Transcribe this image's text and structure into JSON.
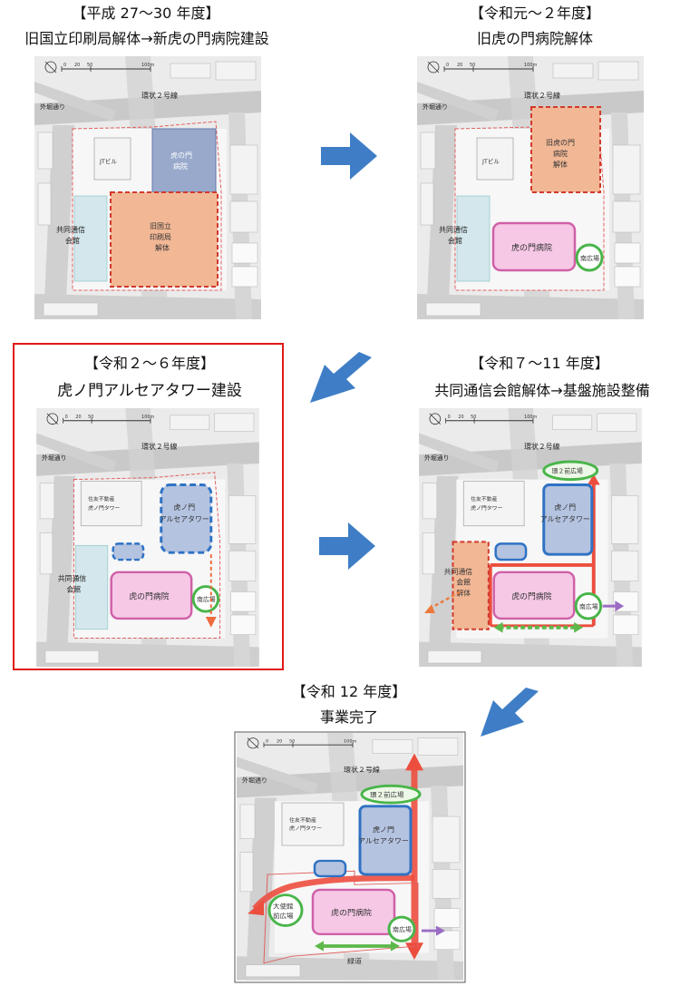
{
  "steps": [
    {
      "period": "【平成 27～30 年度】",
      "caption": "旧国立印刷局解体→新虎の門病院建設"
    },
    {
      "period": "【令和元～２年度】",
      "caption": "旧虎の門病院解体"
    },
    {
      "period": "【令和２～６年度】",
      "caption": "虎ノ門アルセアタワー建設"
    },
    {
      "period": "【令和７～11 年度】",
      "caption": "共同通信会館解体→基盤施設整備"
    },
    {
      "period": "【令和 12 年度】",
      "caption": "事業完了"
    }
  ],
  "map": {
    "road_sotobori": "外堀通り",
    "road_kanjo": "環状２号線",
    "scale_0": "0",
    "scale_20": "20",
    "scale_50": "50",
    "scale_100": "100m",
    "jt": "JTビル",
    "sumitomo_1": "住友不動産",
    "sumitomo_2": "虎ノ門タワー",
    "kyodo_1": "共同通信",
    "kyodo_2": "会館",
    "old_hosp_1": "虎の門",
    "old_hosp_2": "病院",
    "insatsu_1": "旧国立",
    "insatsu_2": "印刷局",
    "insatsu_3": "解体",
    "old_hosp_demo_1": "旧虎の門",
    "old_hosp_demo_2": "病院",
    "old_hosp_demo_3": "解体",
    "new_hosp": "虎の門病院",
    "south_plaza": "南広場",
    "tower_1": "虎ノ門",
    "tower_2": "アルセアタワー",
    "kyodo_demo_1": "共同通信",
    "kyodo_demo_2": "会館",
    "kyodo_demo_3": "解体",
    "kanjo2_plaza": "環２前広場",
    "embassy_1": "大使館",
    "embassy_2": "前広場",
    "ryokudo": "緑道"
  },
  "colors": {
    "red_frame": "#e01818",
    "arrow_blue": "#3f7ec6",
    "hospital_pink": "#f6c8e6",
    "hospital_border": "#d060a8",
    "tower_fill": "#b4c3e0",
    "tower_border": "#2f72c4",
    "demolish_fill": "#f2b896",
    "demolish_border": "#d23a2a",
    "plaza_green": "#49b54a",
    "route_red": "#ec4e3e"
  }
}
